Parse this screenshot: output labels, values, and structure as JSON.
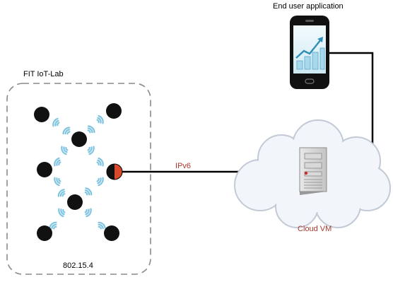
{
  "labels": {
    "end_user": "End user application",
    "fit_iotlab": "FIT IoT-Lab",
    "protocol_802154": "802.15.4",
    "ipv6": "IPv6",
    "cloud_vm": "Cloud VM"
  },
  "colors": {
    "accent_text": "#a8392b",
    "border_dash": "#8a8a8a",
    "node": "#111111",
    "gateway_half": "#d9492b",
    "wireless_waves": "#7ec4e0",
    "phone_body": "#111111",
    "phone_screen": "#d6eef6",
    "cloud_fill": "#f2f5fa",
    "cloud_stroke": "#c2cad6",
    "link": "#000000"
  },
  "icons": {
    "phone": "smartphone-chart-icon",
    "server": "server-icon",
    "cloud": "cloud-icon",
    "wireless": "wireless-waves-icon"
  }
}
